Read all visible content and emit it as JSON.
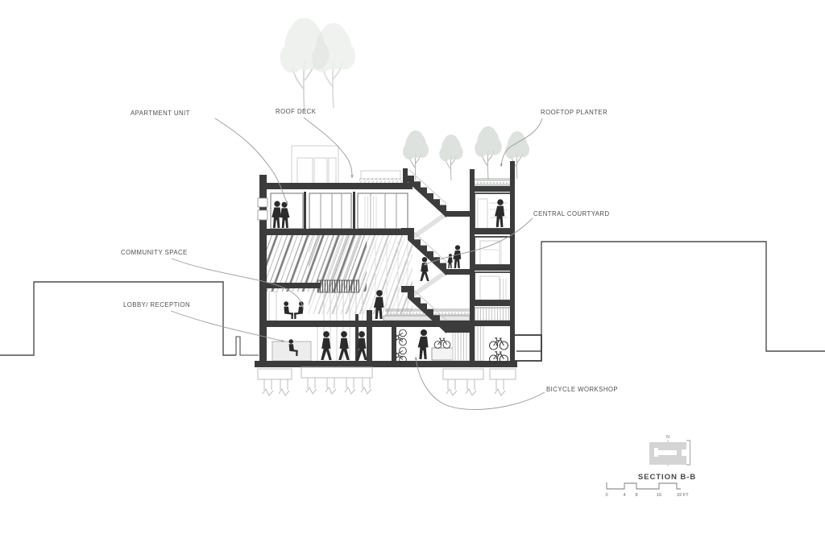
{
  "drawing": {
    "callouts": {
      "apartment_unit": "APARTMENT UNIT",
      "roof_deck": "ROOF DECK",
      "rooftop_planter": "ROOFTOP PLANTER",
      "central_courtyard": "CENTRAL COURTYARD",
      "community_space": "COMMUNITY SPACE",
      "lobby_reception": "LOBBY/ RECEPTION",
      "bicycle_workshop": "BICYCLE WORKSHOP"
    },
    "title": "SECTION B-B",
    "keyplan": {
      "north_label": "N"
    },
    "scalebar": {
      "labels": [
        "0",
        "4",
        "8",
        "16",
        "32 FT"
      ]
    },
    "colors": {
      "cut_line": "#3c3c3c",
      "context_line": "#4d4d4d",
      "light_line": "#cfcfcf",
      "annotation_line": "#9a9a9a",
      "label_text": "#4f4f4f",
      "people": "#2b2b2b",
      "keyplan_fill": "#d4d4d4"
    }
  }
}
